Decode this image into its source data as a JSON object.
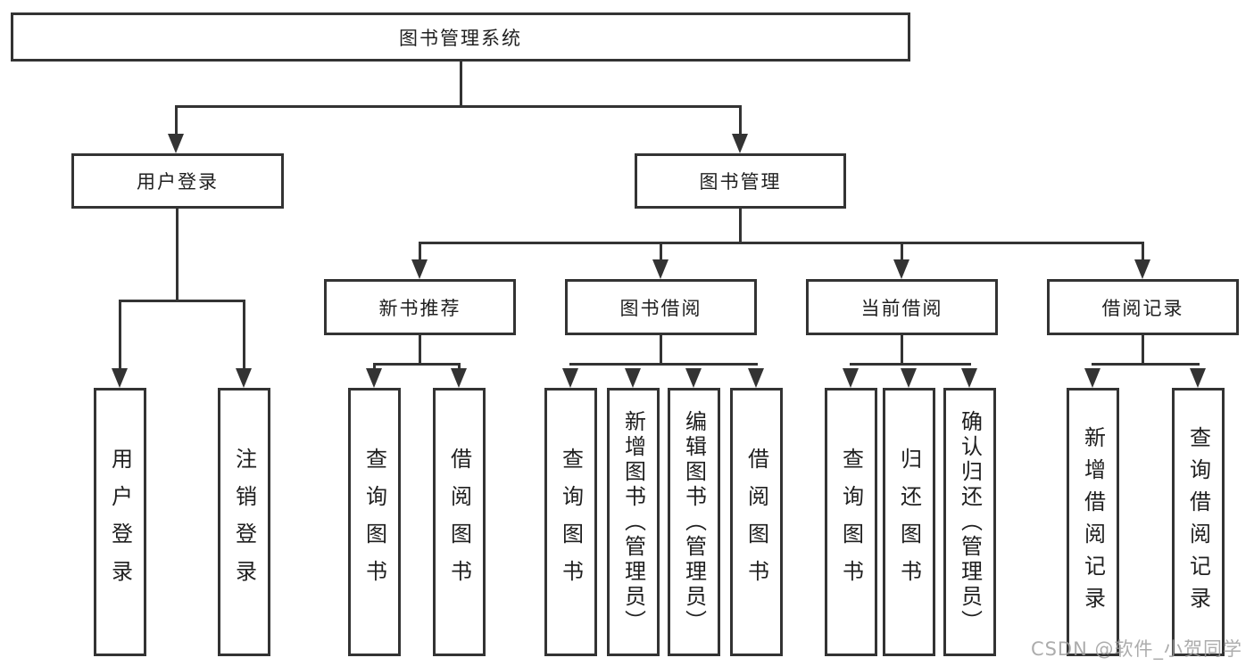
{
  "colors": {
    "line": "#333333",
    "box_border": "#333333",
    "text": "#1f1f1f",
    "background": "#ffffff",
    "watermark": "#9e9e9e"
  },
  "tree": {
    "root": "图书管理系统",
    "branches": [
      {
        "label": "用户登录",
        "leaves": [
          "用户登录",
          "注销登录"
        ]
      },
      {
        "label": "图书管理",
        "groups": [
          {
            "label": "新书推荐",
            "leaves": [
              "查询图书",
              "借阅图书"
            ]
          },
          {
            "label": "图书借阅",
            "leaves": [
              "查询图书",
              "新增图书（管理员）",
              "编辑图书（管理员）",
              "借阅图书"
            ]
          },
          {
            "label": "当前借阅",
            "leaves": [
              "查询图书",
              "归还图书",
              "确认归还（管理员）"
            ]
          },
          {
            "label": "借阅记录",
            "leaves": [
              "新增借阅记录",
              "查询借阅记录"
            ]
          }
        ]
      }
    ]
  },
  "watermark": {
    "text": "CSDN @软件_小贺同学"
  }
}
